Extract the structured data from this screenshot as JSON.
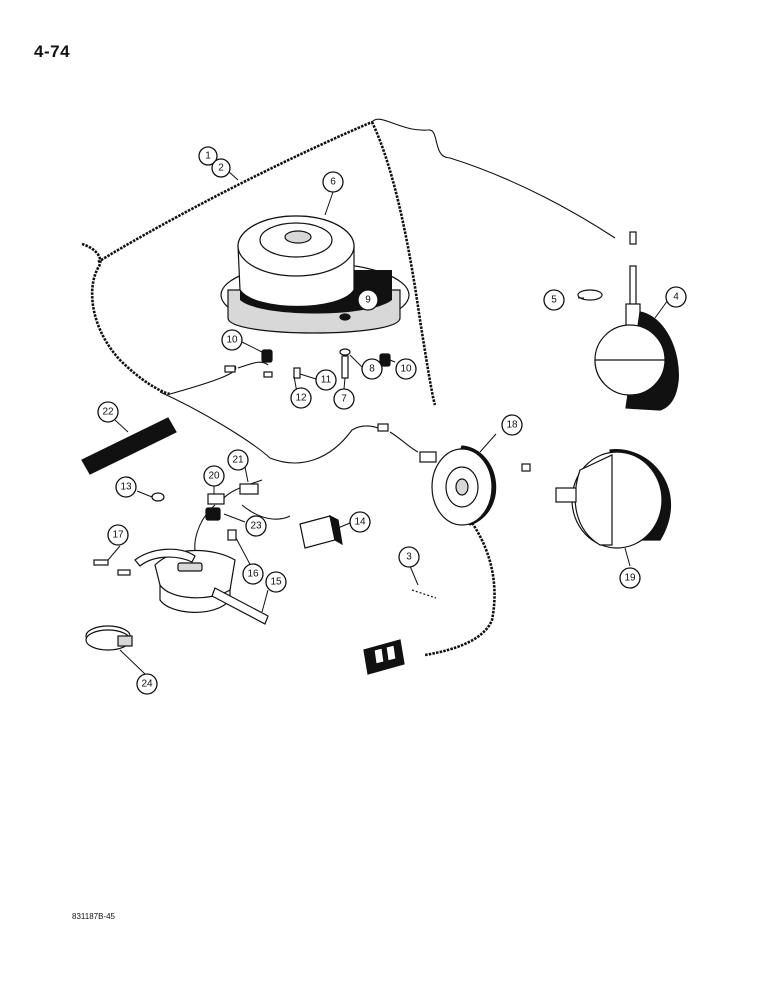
{
  "page": {
    "page_number": "4-74",
    "figure_code": "831187B-45"
  },
  "callouts": [
    {
      "id": "callout-1",
      "label": "1"
    },
    {
      "id": "callout-2",
      "label": "2"
    },
    {
      "id": "callout-3",
      "label": "3"
    },
    {
      "id": "callout-4",
      "label": "4"
    },
    {
      "id": "callout-5",
      "label": "5"
    },
    {
      "id": "callout-6",
      "label": "6"
    },
    {
      "id": "callout-7",
      "label": "7"
    },
    {
      "id": "callout-8",
      "label": "8"
    },
    {
      "id": "callout-9",
      "label": "9"
    },
    {
      "id": "callout-10a",
      "label": "10"
    },
    {
      "id": "callout-10b",
      "label": "10"
    },
    {
      "id": "callout-11",
      "label": "11"
    },
    {
      "id": "callout-12",
      "label": "12"
    },
    {
      "id": "callout-13",
      "label": "13"
    },
    {
      "id": "callout-14",
      "label": "14"
    },
    {
      "id": "callout-15",
      "label": "15"
    },
    {
      "id": "callout-16",
      "label": "16"
    },
    {
      "id": "callout-17",
      "label": "17"
    },
    {
      "id": "callout-18",
      "label": "18"
    },
    {
      "id": "callout-19",
      "label": "19"
    },
    {
      "id": "callout-20",
      "label": "20"
    },
    {
      "id": "callout-21",
      "label": "21"
    },
    {
      "id": "callout-22",
      "label": "22"
    },
    {
      "id": "callout-23",
      "label": "23"
    },
    {
      "id": "callout-24",
      "label": "24"
    }
  ]
}
